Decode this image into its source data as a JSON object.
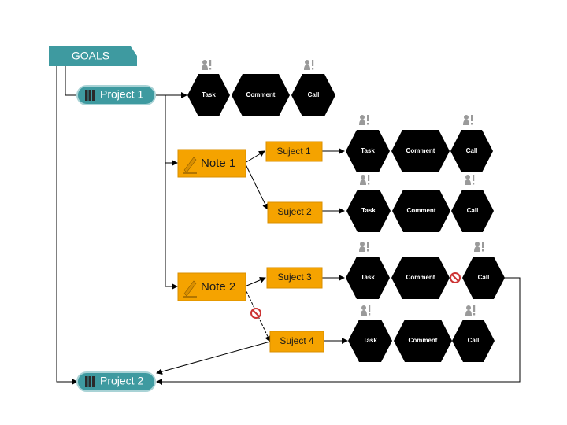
{
  "goals": {
    "label": "GOALS"
  },
  "projects": [
    {
      "id": "project1",
      "label": "Project 1"
    },
    {
      "id": "project2",
      "label": "Project 2"
    }
  ],
  "notes": [
    {
      "id": "note1",
      "label": "Note 1"
    },
    {
      "id": "note2",
      "label": "Note 2"
    }
  ],
  "subjects": [
    {
      "id": "subject1",
      "label": "Suject 1"
    },
    {
      "id": "subject2",
      "label": "Suject 2"
    },
    {
      "id": "subject3",
      "label": "Suject 3"
    },
    {
      "id": "subject4",
      "label": "Suject 4"
    }
  ],
  "activities": {
    "task": "Task",
    "comment": "Comment",
    "call": "Call"
  },
  "colors": {
    "teal": "#3e9aa0",
    "orange": "#f5a300",
    "black": "#000000",
    "line": "#000000",
    "stop": "#cc3333",
    "icon": "#9a9a9a"
  },
  "icons": {
    "project": "book-stack-icon",
    "note": "pencil-icon",
    "alert": "person-alert-icon",
    "blocked": "no-entry-icon"
  }
}
